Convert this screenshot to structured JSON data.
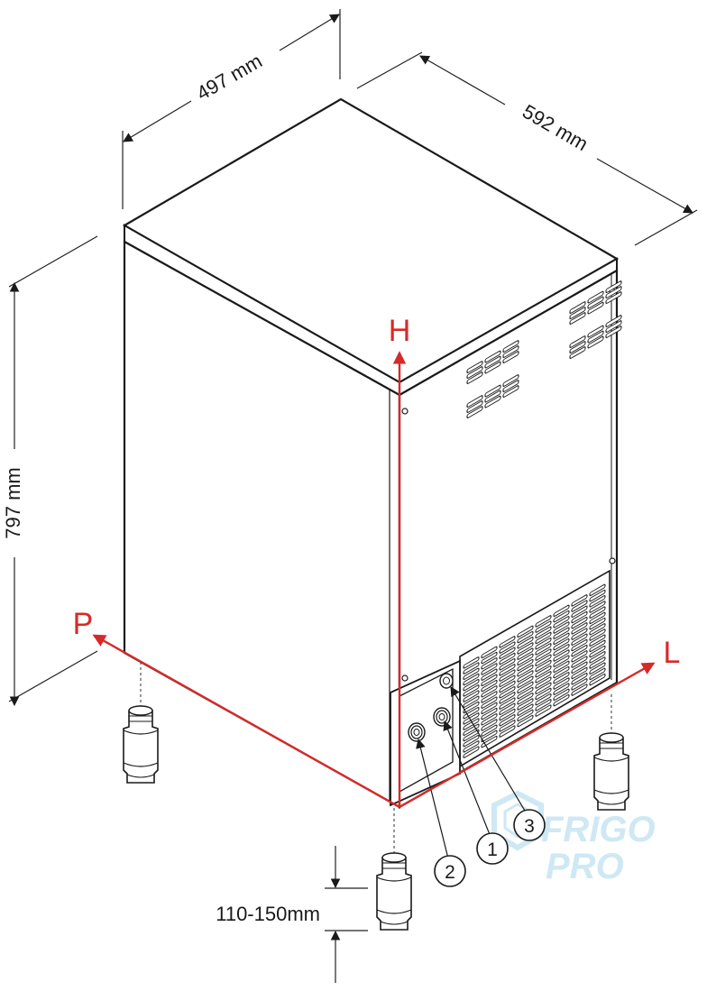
{
  "dimensions": {
    "width": "497 mm",
    "depth": "592 mm",
    "height": "797 mm",
    "feet": "110-150mm"
  },
  "axes": {
    "h": "H",
    "p": "P",
    "l": "L"
  },
  "callouts": [
    "1",
    "2",
    "3"
  ],
  "watermark": {
    "line1": "FRIGO",
    "line2": "PRO"
  },
  "colors": {
    "axis": "#d62a2a",
    "outline": "#1a1a1a",
    "watermark": "#c9e6f3"
  }
}
